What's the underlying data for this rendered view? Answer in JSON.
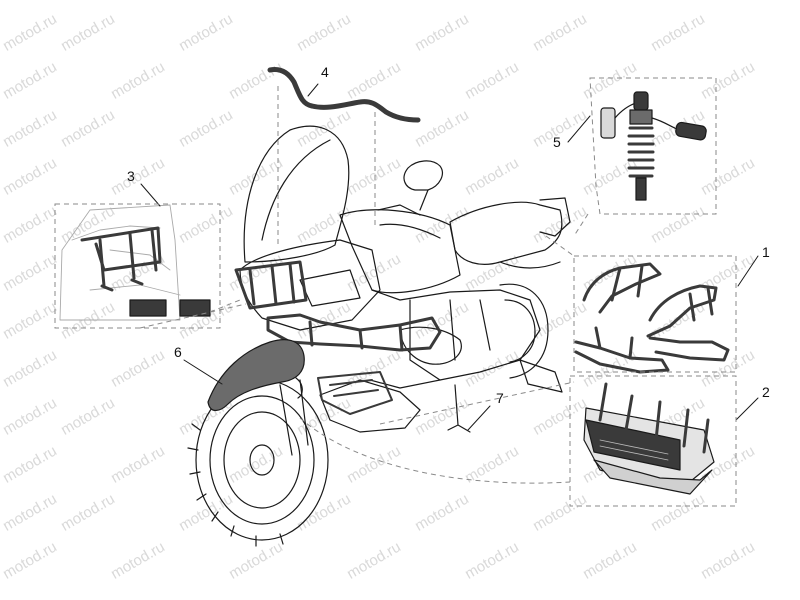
{
  "watermark": {
    "text": "motod.ru"
  },
  "callouts": [
    "1",
    "2",
    "3",
    "4",
    "5",
    "6",
    "7"
  ],
  "colors": {
    "line": "#1a1a1a",
    "part": "#3a3a3a",
    "fender": "#6b6b6b",
    "dash": "#8a8a8a",
    "bg": "#ffffff"
  }
}
